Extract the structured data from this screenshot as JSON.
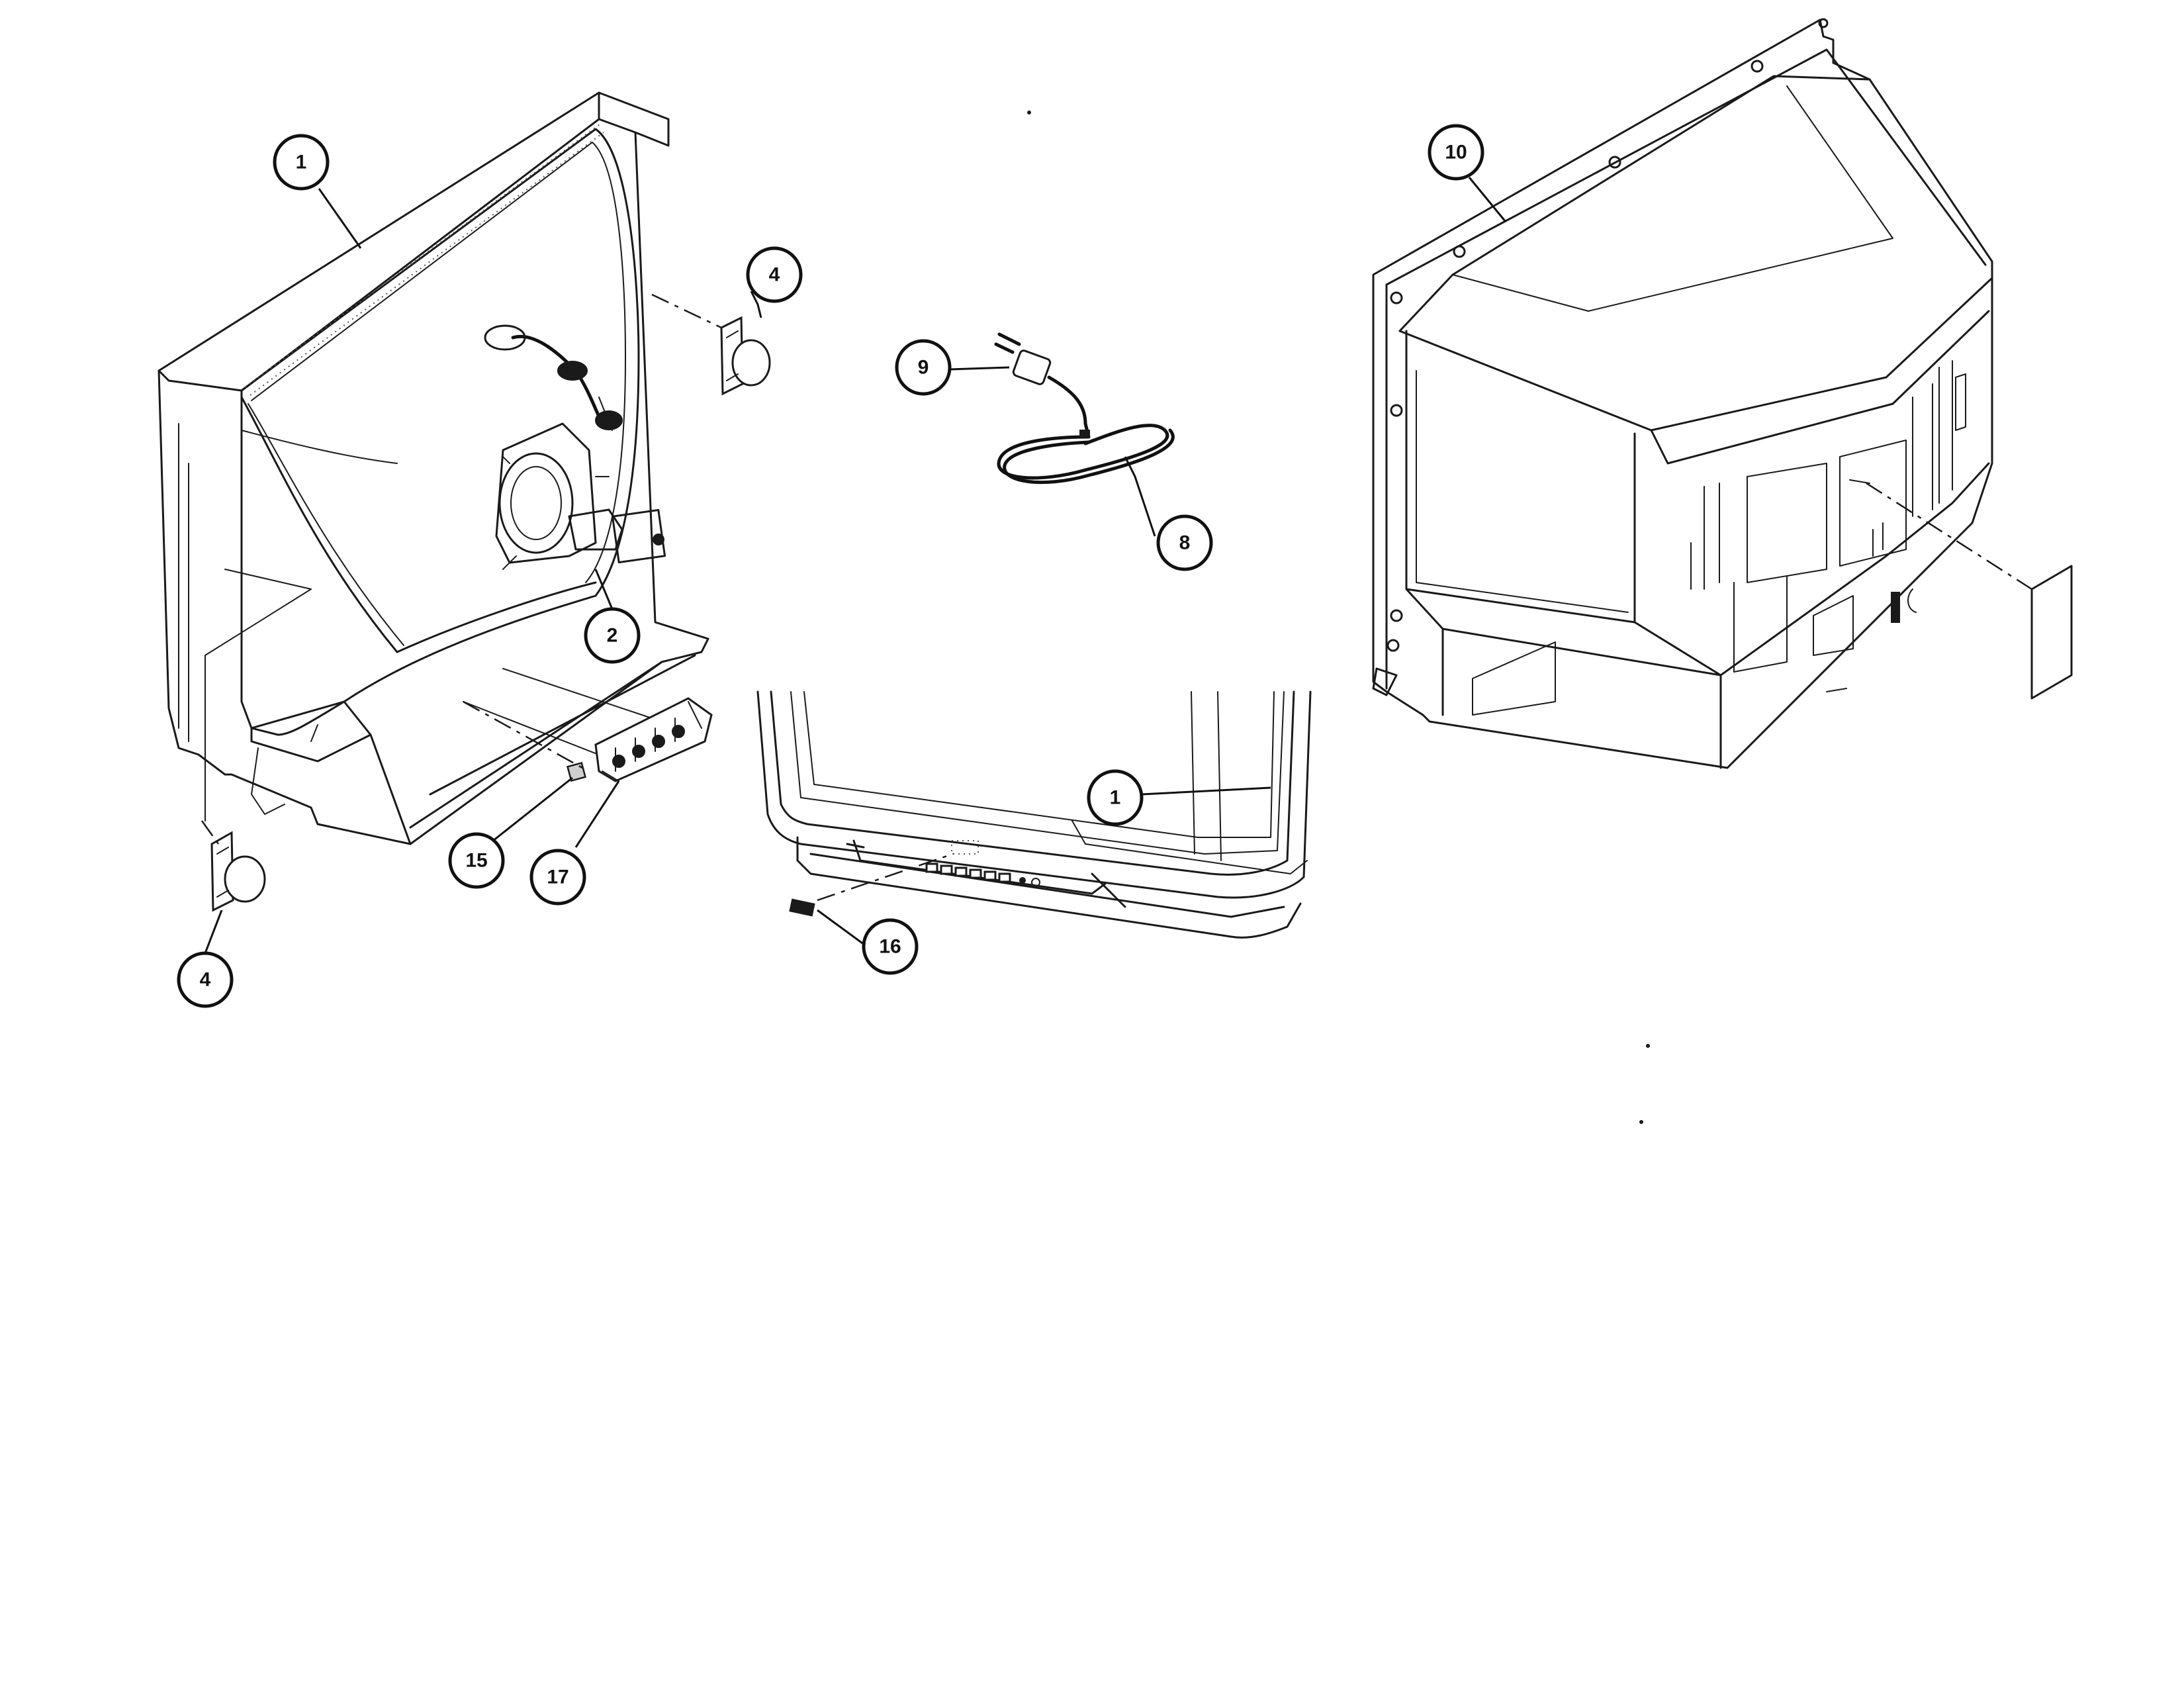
{
  "callouts": [
    {
      "id": "c1a",
      "label": "1"
    },
    {
      "id": "c4a",
      "label": "4"
    },
    {
      "id": "c9",
      "label": "9"
    },
    {
      "id": "c8",
      "label": "8"
    },
    {
      "id": "c2",
      "label": "2"
    },
    {
      "id": "c15",
      "label": "15"
    },
    {
      "id": "c17",
      "label": "17"
    },
    {
      "id": "c4b",
      "label": "4"
    },
    {
      "id": "c1b",
      "label": "1"
    },
    {
      "id": "c16",
      "label": "16"
    },
    {
      "id": "c10",
      "label": "10"
    }
  ],
  "colors": {
    "line": "#1a1a1a",
    "background": "#ffffff",
    "shade": "#cfcfcf"
  }
}
